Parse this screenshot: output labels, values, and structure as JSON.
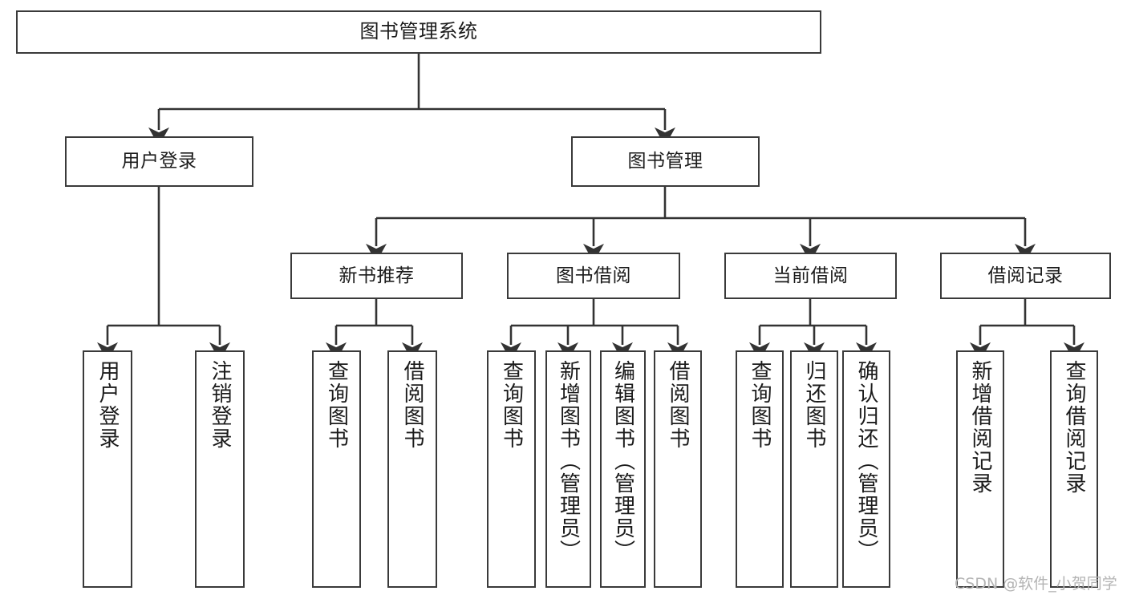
{
  "diagram": {
    "title": "图书管理系统",
    "type": "hierarchy-tree",
    "orientation": "top-down",
    "colors": {
      "box_border": "#3a3a3a",
      "box_fill": "#ffffff",
      "edge": "#333333",
      "text": "#1b1b1b",
      "watermark": "#b4b4b4",
      "background": "#ffffff"
    },
    "levels": 4
  },
  "nodes": {
    "root": {
      "label": "图书管理系统"
    },
    "level2": [
      {
        "id": "user-login",
        "label": "用户登录"
      },
      {
        "id": "book-manage",
        "label": "图书管理"
      }
    ],
    "level3": [
      {
        "id": "new-book-recommend",
        "label": "新书推荐"
      },
      {
        "id": "book-borrow",
        "label": "图书借阅"
      },
      {
        "id": "current-borrow",
        "label": "当前借阅"
      },
      {
        "id": "borrow-record",
        "label": "借阅记录"
      }
    ],
    "leaves": {
      "user_login": [
        {
          "id": "leaf-user-login",
          "label": "用户登录"
        },
        {
          "id": "leaf-logout-login",
          "label": "注销登录"
        }
      ],
      "new_book_recommend": [
        {
          "id": "leaf-query-book-1",
          "label": "查询图书"
        },
        {
          "id": "leaf-borrow-book-1",
          "label": "借阅图书"
        }
      ],
      "book_borrow": [
        {
          "id": "leaf-query-book-2",
          "label": "查询图书"
        },
        {
          "id": "leaf-add-book",
          "label": "新增图书（管理员）"
        },
        {
          "id": "leaf-edit-book",
          "label": "编辑图书（管理员）"
        },
        {
          "id": "leaf-borrow-book-2",
          "label": "借阅图书"
        }
      ],
      "current_borrow": [
        {
          "id": "leaf-query-book-3",
          "label": "查询图书"
        },
        {
          "id": "leaf-return-book",
          "label": "归还图书"
        },
        {
          "id": "leaf-confirm-return",
          "label": "确认归还（管理员）"
        }
      ],
      "borrow_record": [
        {
          "id": "leaf-add-record",
          "label": "新增借阅记录"
        },
        {
          "id": "leaf-query-record",
          "label": "查询借阅记录"
        }
      ]
    }
  },
  "watermark": {
    "text": "CSDN @软件_小贺同学"
  }
}
